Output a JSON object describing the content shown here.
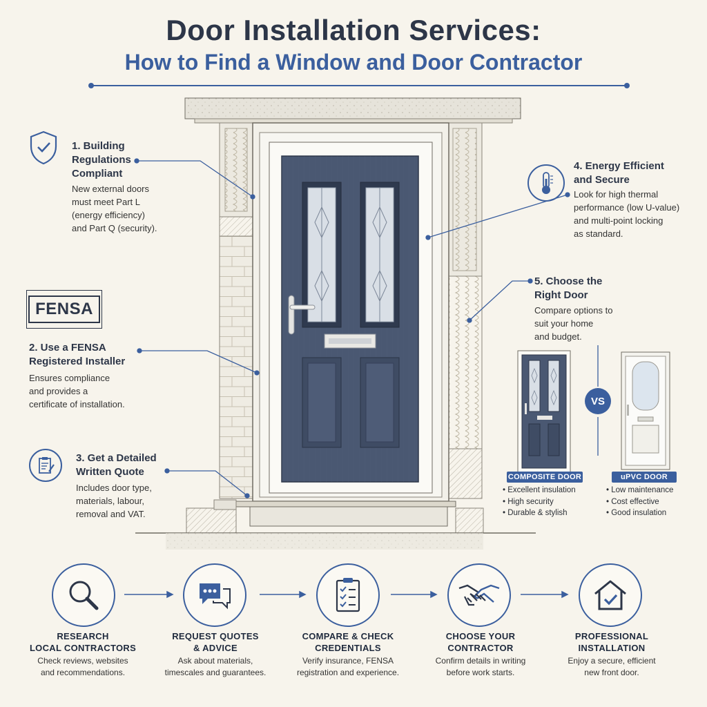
{
  "header": {
    "title": "Door Installation Services:",
    "subtitle": "How to Find a Window and Door Contractor"
  },
  "points": {
    "p1": {
      "title": "1. Building\nRegulations\nCompliant",
      "body": "New external doors\nmust meet Part L\n(energy efficiency)\nand Part Q (security).",
      "icon": "shield-check-icon"
    },
    "p2": {
      "logo_text": "FENSA",
      "title": "2. Use a FENSA\nRegistered Installer",
      "body": "Ensures compliance\nand provides a\ncertificate of installation."
    },
    "p3": {
      "title": "3. Get a Detailed\nWritten Quote",
      "body": "Includes door type,\nmaterials, labour,\nremoval and VAT.",
      "icon": "clipboard-pen-icon"
    },
    "p4": {
      "title": "4. Energy Efficient\nand Secure",
      "body": "Look for high thermal\nperformance (low U-value)\nand multi-point locking\nas standard.",
      "icon": "thermometer-icon"
    },
    "p5": {
      "title": "5. Choose the\nRight Door",
      "body": "Compare options to\nsuit your home\nand budget."
    }
  },
  "comparison": {
    "vs_label": "VS",
    "composite": {
      "label": "COMPOSITE DOOR",
      "features": [
        "Excellent insulation",
        "High security",
        "Durable & stylish"
      ]
    },
    "upvc": {
      "label": "uPVC DOOR",
      "features": [
        "Low maintenance",
        "Cost effective",
        "Good insulation"
      ]
    }
  },
  "steps": [
    {
      "title": "RESEARCH\nLOCAL CONTRACTORS",
      "body": "Check reviews, websites\nand recommendations.",
      "icon": "magnifier-icon"
    },
    {
      "title": "REQUEST QUOTES\n& ADVICE",
      "body": "Ask about materials,\ntimescales and guarantees.",
      "icon": "chat-bubbles-icon"
    },
    {
      "title": "COMPARE & CHECK\nCREDENTIALS",
      "body": "Verify insurance, FENSA\nregistration and experience.",
      "icon": "checklist-icon"
    },
    {
      "title": "CHOOSE YOUR\nCONTRACTOR",
      "body": "Confirm details in writing\nbefore work starts.",
      "icon": "handshake-icon"
    },
    {
      "title": "PROFESSIONAL\nINSTALLATION",
      "body": "Enjoy a secure, efficient\nnew front door.",
      "icon": "house-check-icon"
    }
  ],
  "colors": {
    "accent": "#3b5f9e",
    "door": "#4a5872",
    "background": "#f7f4ec",
    "ink": "#2d3648"
  }
}
